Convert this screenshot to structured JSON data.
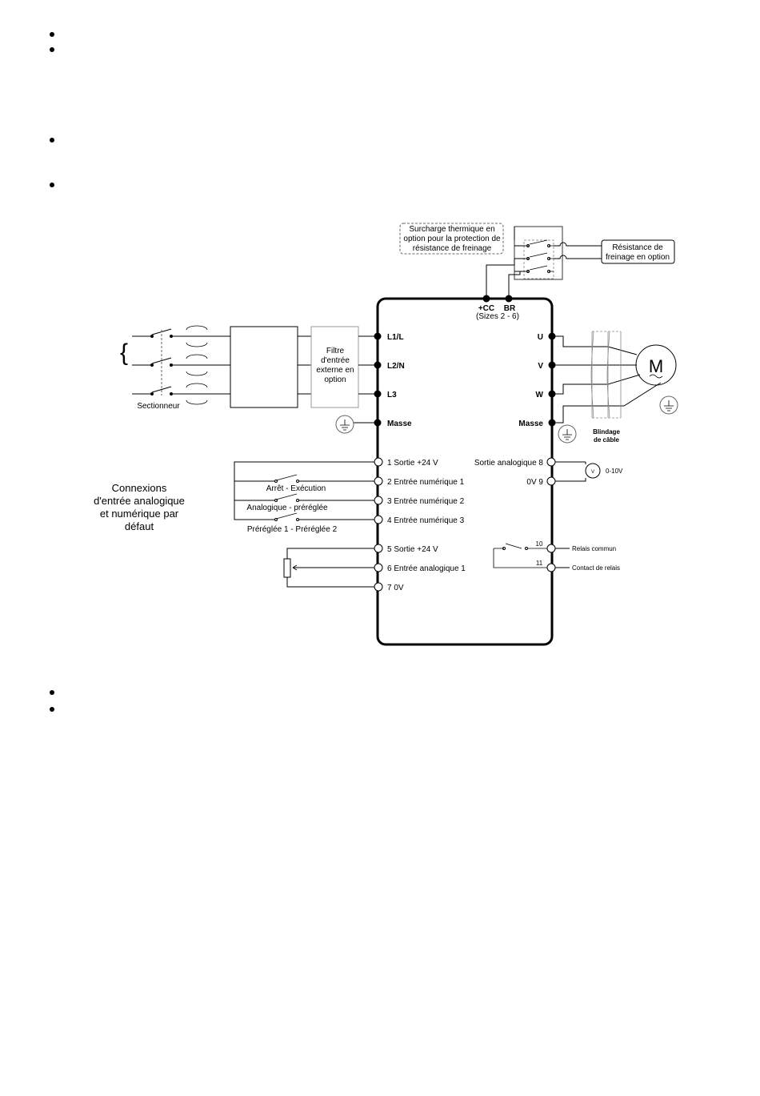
{
  "diagram": {
    "thermal_overload_note": [
      "Surcharge thermique en",
      "option pour la protection de",
      "résistance de freinage"
    ],
    "brake_resistor_note": [
      "Résistance de",
      "freinage en option"
    ],
    "dc_terminals": {
      "plus_cc": "+CC",
      "br": "BR",
      "sizes": "(Sizes 2 - 6)"
    },
    "filter_box": [
      "Filtre",
      "d'entrée",
      "externe en",
      "option"
    ],
    "disconnector_label": "Sectionneur",
    "mains_brace": "{",
    "power_terminals_left": [
      "L1/L",
      "L2/N",
      "L3",
      "Masse"
    ],
    "power_terminals_right": [
      "U",
      "V",
      "W",
      "Masse"
    ],
    "motor_symbol": "M",
    "cable_shield": [
      "Blindage",
      "de câble"
    ],
    "control_left": [
      "1  Sortie +24 V",
      "2 Entrée numérique 1",
      "3 Entrée numérique 2",
      "4 Entrée numérique 3",
      "5  Sortie +24 V",
      "6 Entrée analogique 1",
      "7 0V"
    ],
    "control_right": [
      "Sortie analogique 8",
      "0V 9"
    ],
    "voltmeter": {
      "symbol": "V",
      "range": "0-10V"
    },
    "relay": {
      "num10": "10",
      "num11": "11",
      "common": "Relais commun",
      "contact": "Contact de relais"
    },
    "switch_labels": [
      "Arrêt - Exécution",
      "Analogique - préréglée",
      "Préréglée 1 - Préréglée 2"
    ],
    "default_connections_title": [
      "Connexions",
      "d'entrée analogique",
      "et numérique par",
      "défaut"
    ]
  }
}
